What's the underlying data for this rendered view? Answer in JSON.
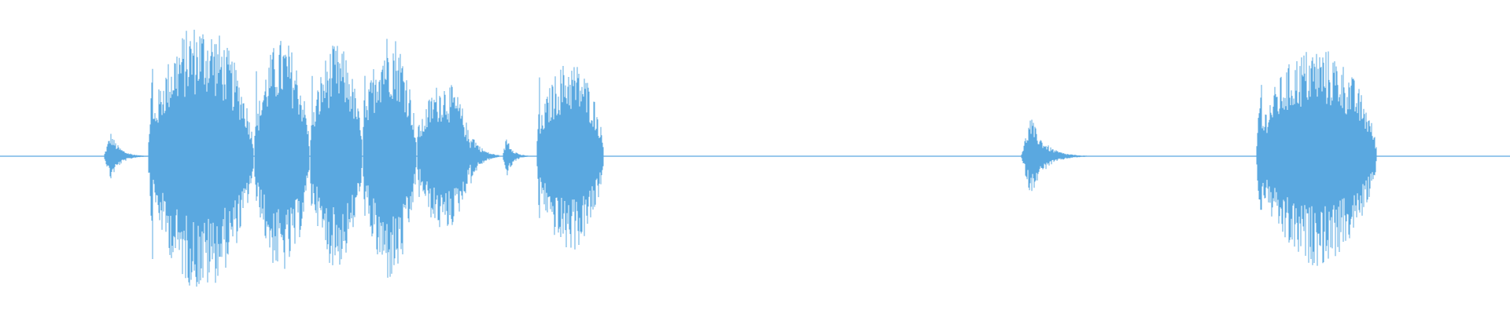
{
  "waveform": {
    "color": "#5aa8e0",
    "baseline_color": "#5aa8e0",
    "duration_normalized": 1.0,
    "segments": [
      {
        "start": 0.069,
        "end": 0.099,
        "peak": 0.18,
        "shape": "spike"
      },
      {
        "start": 0.098,
        "end": 0.168,
        "peak": 0.98,
        "shape": "burst"
      },
      {
        "start": 0.168,
        "end": 0.205,
        "peak": 0.86,
        "shape": "burst"
      },
      {
        "start": 0.205,
        "end": 0.24,
        "peak": 0.82,
        "shape": "burst"
      },
      {
        "start": 0.24,
        "end": 0.276,
        "peak": 0.92,
        "shape": "burst"
      },
      {
        "start": 0.276,
        "end": 0.312,
        "peak": 0.55,
        "shape": "burst"
      },
      {
        "start": 0.312,
        "end": 0.33,
        "peak": 0.2,
        "shape": "tail"
      },
      {
        "start": 0.333,
        "end": 0.352,
        "peak": 0.16,
        "shape": "spike"
      },
      {
        "start": 0.355,
        "end": 0.4,
        "peak": 0.7,
        "shape": "burst"
      },
      {
        "start": 0.676,
        "end": 0.72,
        "peak": 0.3,
        "shape": "spike"
      },
      {
        "start": 0.832,
        "end": 0.912,
        "peak": 0.8,
        "shape": "burst"
      }
    ]
  }
}
